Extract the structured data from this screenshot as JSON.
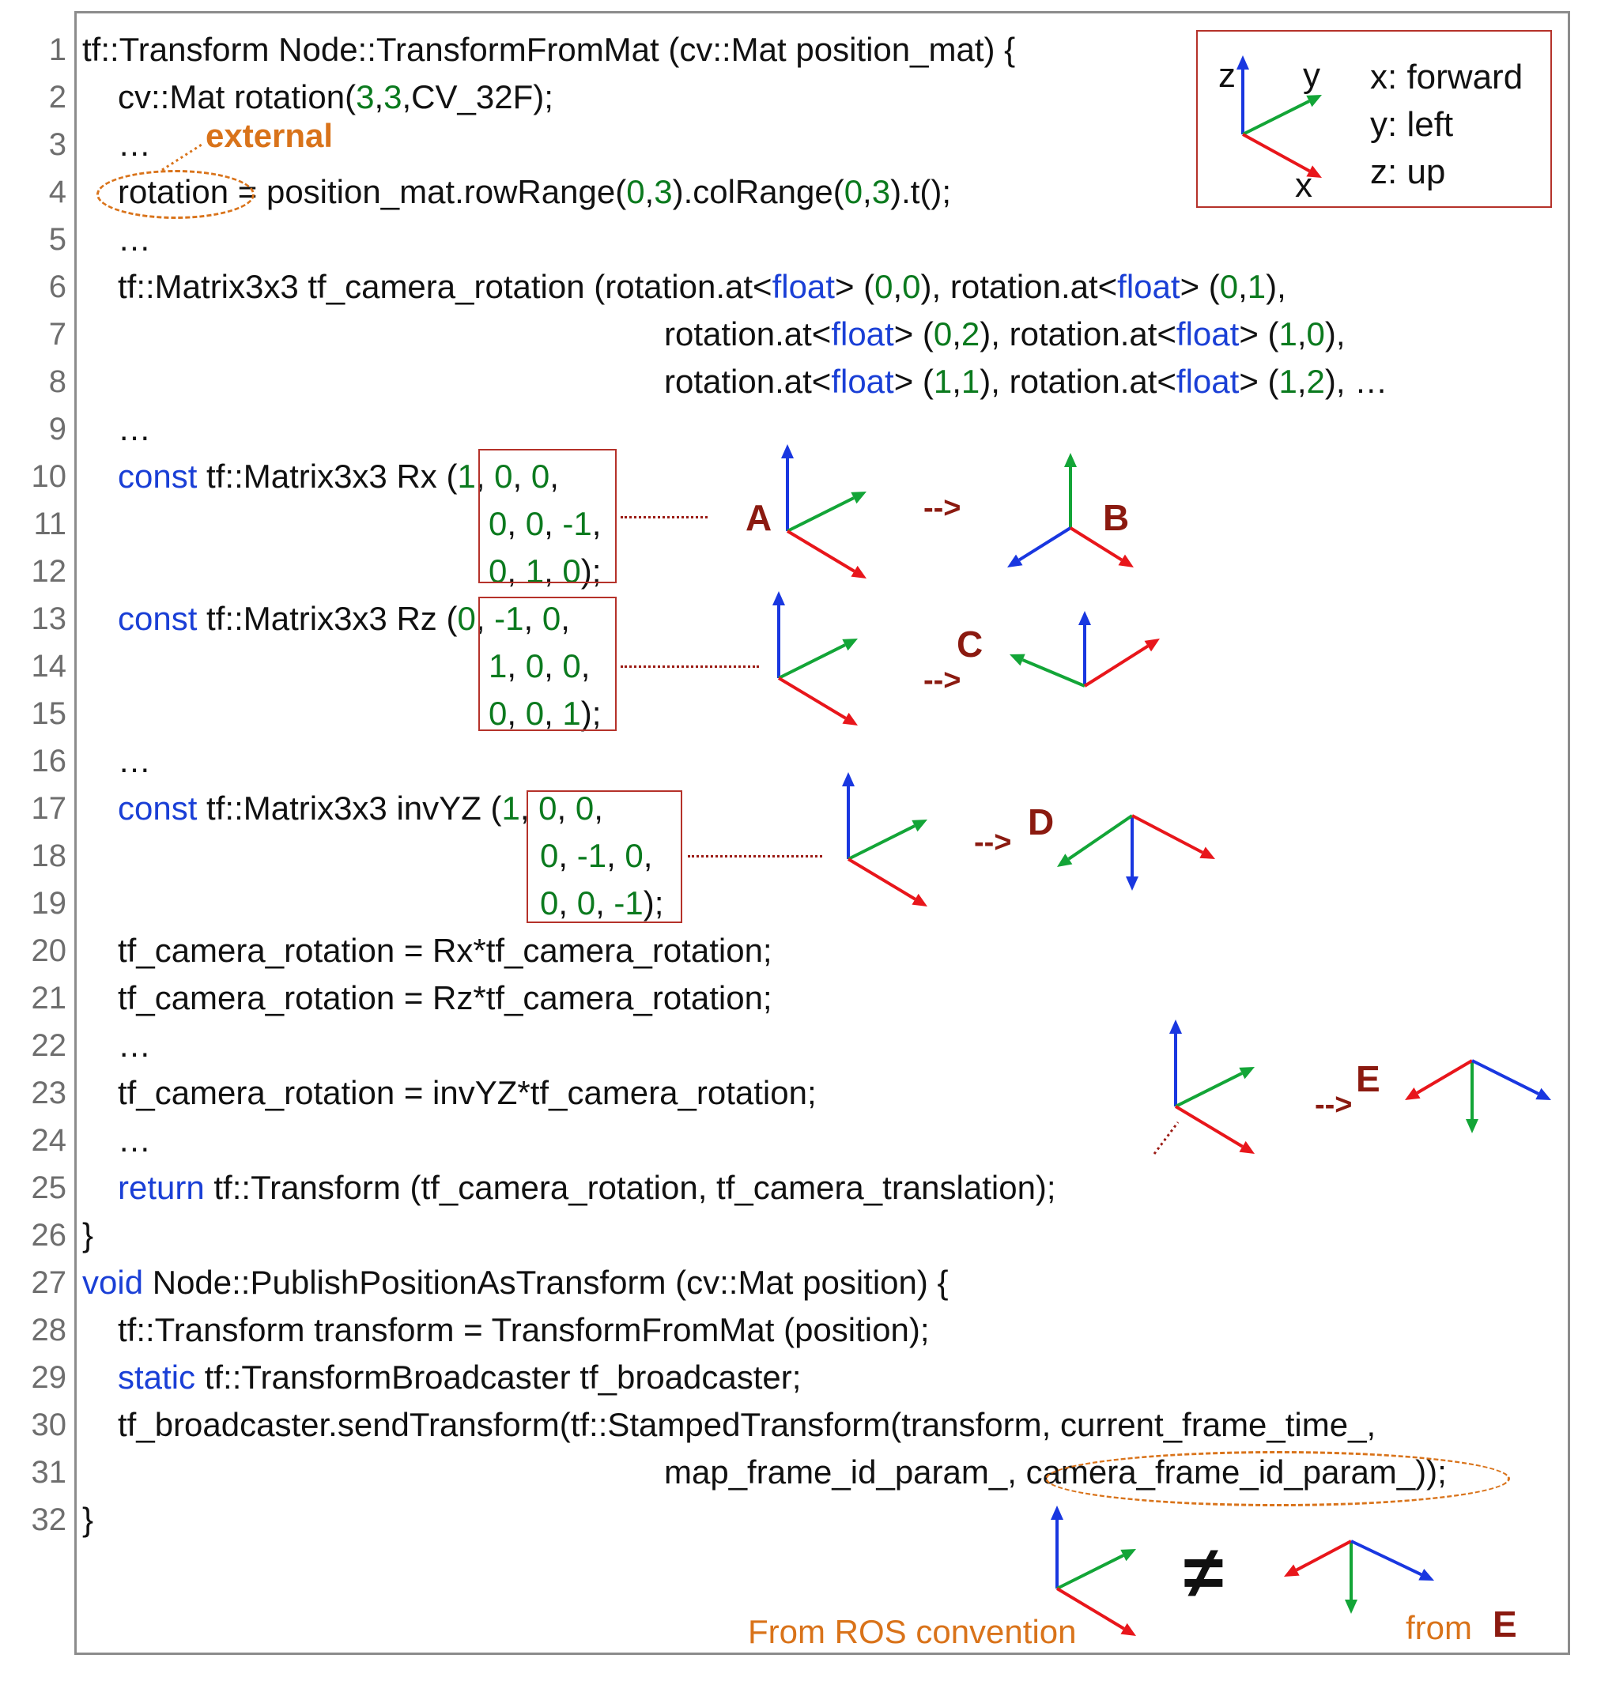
{
  "code_lines": [
    {
      "n": "1",
      "indent": 0,
      "parts": [
        {
          "t": "tf::Transform Node::TransformFromMat (cv::Mat position_mat) {",
          "c": "p"
        }
      ]
    },
    {
      "n": "2",
      "indent": 1,
      "parts": [
        {
          "t": "cv::Mat rotation(",
          "c": "p"
        },
        {
          "t": "3",
          "c": "n"
        },
        {
          "t": ",",
          "c": "p"
        },
        {
          "t": "3",
          "c": "n"
        },
        {
          "t": ",CV_32F);",
          "c": "p"
        }
      ]
    },
    {
      "n": "3",
      "indent": 1,
      "parts": [
        {
          "t": "…",
          "c": "p"
        }
      ]
    },
    {
      "n": "4",
      "indent": 1,
      "parts": [
        {
          "t": "rotation = position_mat.rowRange(",
          "c": "p"
        },
        {
          "t": "0",
          "c": "n"
        },
        {
          "t": ",",
          "c": "p"
        },
        {
          "t": "3",
          "c": "n"
        },
        {
          "t": ").colRange(",
          "c": "p"
        },
        {
          "t": "0",
          "c": "n"
        },
        {
          "t": ",",
          "c": "p"
        },
        {
          "t": "3",
          "c": "n"
        },
        {
          "t": ").t();",
          "c": "p"
        }
      ]
    },
    {
      "n": "5",
      "indent": 1,
      "parts": [
        {
          "t": "…",
          "c": "p"
        }
      ]
    },
    {
      "n": "6",
      "indent": 1,
      "parts": [
        {
          "t": "tf::Matrix3x3 tf_camera_rotation (rotation.at<",
          "c": "p"
        },
        {
          "t": "float",
          "c": "k"
        },
        {
          "t": "> (",
          "c": "p"
        },
        {
          "t": "0",
          "c": "n"
        },
        {
          "t": ",",
          "c": "p"
        },
        {
          "t": "0",
          "c": "n"
        },
        {
          "t": "), rotation.at<",
          "c": "p"
        },
        {
          "t": "float",
          "c": "k"
        },
        {
          "t": "> (",
          "c": "p"
        },
        {
          "t": "0",
          "c": "n"
        },
        {
          "t": ",",
          "c": "p"
        },
        {
          "t": "1",
          "c": "n"
        },
        {
          "t": "),",
          "c": "p"
        }
      ]
    },
    {
      "n": "7",
      "indent": 2,
      "parts": [
        {
          "t": "rotation.at<",
          "c": "p"
        },
        {
          "t": "float",
          "c": "k"
        },
        {
          "t": "> (",
          "c": "p"
        },
        {
          "t": "0",
          "c": "n"
        },
        {
          "t": ",",
          "c": "p"
        },
        {
          "t": "2",
          "c": "n"
        },
        {
          "t": "), rotation.at<",
          "c": "p"
        },
        {
          "t": "float",
          "c": "k"
        },
        {
          "t": "> (",
          "c": "p"
        },
        {
          "t": "1",
          "c": "n"
        },
        {
          "t": ",",
          "c": "p"
        },
        {
          "t": "0",
          "c": "n"
        },
        {
          "t": "),",
          "c": "p"
        }
      ]
    },
    {
      "n": "8",
      "indent": 2,
      "parts": [
        {
          "t": "rotation.at<",
          "c": "p"
        },
        {
          "t": "float",
          "c": "k"
        },
        {
          "t": "> (",
          "c": "p"
        },
        {
          "t": "1",
          "c": "n"
        },
        {
          "t": ",",
          "c": "p"
        },
        {
          "t": "1",
          "c": "n"
        },
        {
          "t": "), rotation.at<",
          "c": "p"
        },
        {
          "t": "float",
          "c": "k"
        },
        {
          "t": "> (",
          "c": "p"
        },
        {
          "t": "1",
          "c": "n"
        },
        {
          "t": ",",
          "c": "p"
        },
        {
          "t": "2",
          "c": "n"
        },
        {
          "t": "), …",
          "c": "p"
        }
      ]
    },
    {
      "n": "9",
      "indent": 1,
      "parts": [
        {
          "t": "…",
          "c": "p"
        }
      ]
    },
    {
      "n": "10",
      "indent": 1,
      "parts": [
        {
          "t": "const",
          "c": "k"
        },
        {
          "t": " tf::Matrix3x3 Rx (",
          "c": "p"
        },
        {
          "t": "1",
          "c": "n"
        },
        {
          "t": ", ",
          "c": "p"
        },
        {
          "t": "0",
          "c": "n"
        },
        {
          "t": ", ",
          "c": "p"
        },
        {
          "t": "0",
          "c": "n"
        },
        {
          "t": ",",
          "c": "p"
        }
      ]
    },
    {
      "n": "11",
      "indent": 3,
      "parts": [
        {
          "t": "0",
          "c": "n"
        },
        {
          "t": ", ",
          "c": "p"
        },
        {
          "t": "0",
          "c": "n"
        },
        {
          "t": ", ",
          "c": "p"
        },
        {
          "t": "-1",
          "c": "n"
        },
        {
          "t": ",",
          "c": "p"
        }
      ]
    },
    {
      "n": "12",
      "indent": 3,
      "parts": [
        {
          "t": "0",
          "c": "n"
        },
        {
          "t": ", ",
          "c": "p"
        },
        {
          "t": "1",
          "c": "n"
        },
        {
          "t": ", ",
          "c": "p"
        },
        {
          "t": "0",
          "c": "n"
        },
        {
          "t": ");",
          "c": "p"
        }
      ]
    },
    {
      "n": "13",
      "indent": 1,
      "parts": [
        {
          "t": "const",
          "c": "k"
        },
        {
          "t": " tf::Matrix3x3 Rz (",
          "c": "p"
        },
        {
          "t": "0",
          "c": "n"
        },
        {
          "t": ", ",
          "c": "p"
        },
        {
          "t": "-1",
          "c": "n"
        },
        {
          "t": ", ",
          "c": "p"
        },
        {
          "t": "0",
          "c": "n"
        },
        {
          "t": ",",
          "c": "p"
        }
      ]
    },
    {
      "n": "14",
      "indent": 3,
      "parts": [
        {
          "t": "1",
          "c": "n"
        },
        {
          "t": ", ",
          "c": "p"
        },
        {
          "t": "0",
          "c": "n"
        },
        {
          "t": ", ",
          "c": "p"
        },
        {
          "t": "0",
          "c": "n"
        },
        {
          "t": ",",
          "c": "p"
        }
      ]
    },
    {
      "n": "15",
      "indent": 3,
      "parts": [
        {
          "t": "0",
          "c": "n"
        },
        {
          "t": ", ",
          "c": "p"
        },
        {
          "t": "0",
          "c": "n"
        },
        {
          "t": ", ",
          "c": "p"
        },
        {
          "t": "1",
          "c": "n"
        },
        {
          "t": ");",
          "c": "p"
        }
      ]
    },
    {
      "n": "16",
      "indent": 1,
      "parts": [
        {
          "t": "…",
          "c": "p"
        }
      ]
    },
    {
      "n": "17",
      "indent": 1,
      "parts": [
        {
          "t": "const",
          "c": "k"
        },
        {
          "t": " tf::Matrix3x3 invYZ (",
          "c": "p"
        },
        {
          "t": "1",
          "c": "n"
        },
        {
          "t": ", ",
          "c": "p"
        },
        {
          "t": "0",
          "c": "n"
        },
        {
          "t": ", ",
          "c": "p"
        },
        {
          "t": "0",
          "c": "n"
        },
        {
          "t": ",",
          "c": "p"
        }
      ]
    },
    {
      "n": "18",
      "indent": 4,
      "parts": [
        {
          "t": "0",
          "c": "n"
        },
        {
          "t": ", ",
          "c": "p"
        },
        {
          "t": "-1",
          "c": "n"
        },
        {
          "t": ", ",
          "c": "p"
        },
        {
          "t": "0",
          "c": "n"
        },
        {
          "t": ",",
          "c": "p"
        }
      ]
    },
    {
      "n": "19",
      "indent": 4,
      "parts": [
        {
          "t": "0",
          "c": "n"
        },
        {
          "t": ", ",
          "c": "p"
        },
        {
          "t": "0",
          "c": "n"
        },
        {
          "t": ", ",
          "c": "p"
        },
        {
          "t": "-1",
          "c": "n"
        },
        {
          "t": ");",
          "c": "p"
        }
      ]
    },
    {
      "n": "20",
      "indent": 1,
      "parts": [
        {
          "t": "tf_camera_rotation = Rx*tf_camera_rotation;",
          "c": "p"
        }
      ]
    },
    {
      "n": "21",
      "indent": 1,
      "parts": [
        {
          "t": "tf_camera_rotation = Rz*tf_camera_rotation;",
          "c": "p"
        }
      ]
    },
    {
      "n": "22",
      "indent": 1,
      "parts": [
        {
          "t": "…",
          "c": "p"
        }
      ]
    },
    {
      "n": "23",
      "indent": 1,
      "parts": [
        {
          "t": "tf_camera_rotation = invYZ*tf_camera_rotation;",
          "c": "p"
        }
      ]
    },
    {
      "n": "24",
      "indent": 1,
      "parts": [
        {
          "t": "…",
          "c": "p"
        }
      ]
    },
    {
      "n": "25",
      "indent": 1,
      "parts": [
        {
          "t": "return",
          "c": "k"
        },
        {
          "t": " tf::Transform (tf_camera_rotation, tf_camera_translation);",
          "c": "p"
        }
      ]
    },
    {
      "n": "26",
      "indent": 0,
      "parts": [
        {
          "t": "}",
          "c": "p"
        }
      ]
    },
    {
      "n": "27",
      "indent": 0,
      "parts": [
        {
          "t": "void",
          "c": "k"
        },
        {
          "t": " Node::PublishPositionAsTransform (cv::Mat position) {",
          "c": "p"
        }
      ]
    },
    {
      "n": "28",
      "indent": 1,
      "parts": [
        {
          "t": "tf::Transform transform = TransformFromMat (position);",
          "c": "p"
        }
      ]
    },
    {
      "n": "29",
      "indent": 1,
      "parts": [
        {
          "t": "static",
          "c": "k"
        },
        {
          "t": " tf::TransformBroadcaster tf_broadcaster;",
          "c": "p"
        }
      ]
    },
    {
      "n": "30",
      "indent": 1,
      "parts": [
        {
          "t": "tf_broadcaster.sendTransform(tf::StampedTransform(transform, current_frame_time_,",
          "c": "p"
        }
      ]
    },
    {
      "n": "31",
      "indent": 2,
      "parts": [
        {
          "t": "map_frame_id_param_, camera_frame_id_param_));",
          "c": "p"
        }
      ]
    },
    {
      "n": "32",
      "indent": 0,
      "parts": [
        {
          "t": "}",
          "c": "p"
        }
      ]
    }
  ],
  "legend": {
    "axis_labels": {
      "z": "z",
      "y": "y",
      "x": "x"
    },
    "entries": [
      "x: forward",
      "y: left",
      "z: up"
    ]
  },
  "annotations": {
    "external": "external",
    "from_ros": "From ROS convention",
    "from": "from",
    "from_e": "E",
    "arrow": "-->",
    "not_equal": "≠"
  },
  "labels": {
    "A": "A",
    "B": "B",
    "C": "C",
    "D": "D",
    "E": "E"
  },
  "colors": {
    "x_axis": "#e8161b",
    "y_axis": "#13a537",
    "z_axis": "#1937e0",
    "keyword": "#1a3fd6",
    "number": "#0b7a1e",
    "label": "#8b1a10",
    "annotation": "#d9731a",
    "box": "#b5322a"
  }
}
